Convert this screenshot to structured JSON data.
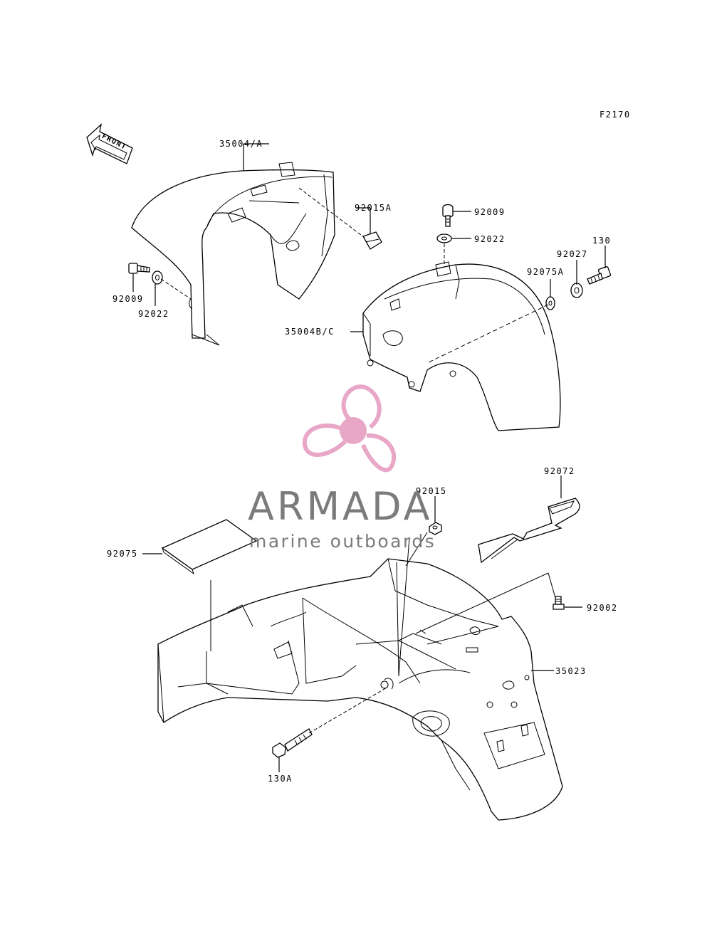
{
  "figure_id": "F2170",
  "front_label": "FRONT",
  "labels": {
    "front_fender_front": "35004/A",
    "front_fender_rear": "35004B/C",
    "clip_front": "92015A",
    "bolt_left": "92009",
    "washer_left": "92022",
    "bolt_right": "92009",
    "washer_right": "92022",
    "bolt_130": "130",
    "nut_92027": "92027",
    "washer_92075a": "92075A",
    "strap": "92072",
    "nut_92015": "92015",
    "pad": "92075",
    "bolt_92002": "92002",
    "rear_fender": "35023",
    "bolt_130a": "130A"
  },
  "watermark": {
    "brand": "ARMADA",
    "tagline": "marine outboards",
    "color": "#e8a7c7"
  }
}
